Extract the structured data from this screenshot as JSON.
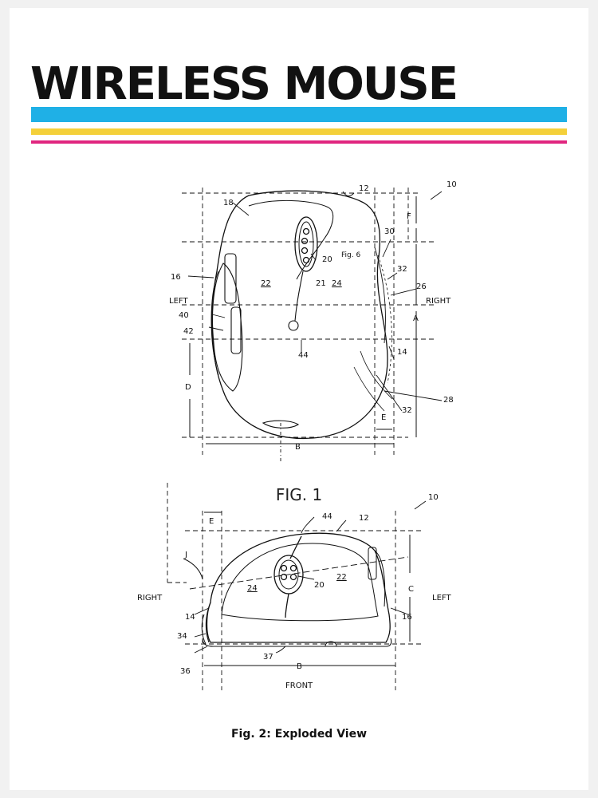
{
  "title": "WIRELESS MOUSE",
  "stripes": {
    "blue": "#1fb0e6",
    "yellow": "#f4d03a",
    "magenta": "#e0267f"
  },
  "figure1": {
    "caption": "FIG. 1",
    "directions": {
      "left": "LEFT",
      "right": "RIGHT"
    },
    "dimensions": {
      "a": "A",
      "b": "B",
      "d": "D",
      "e": "E",
      "f": "F"
    },
    "fig6_note": "Fig. 6",
    "refs": {
      "r10": "10",
      "r12": "12",
      "r14": "14",
      "r16": "16",
      "r18": "18",
      "r20": "20",
      "r21": "21",
      "r22": "22",
      "r24": "24",
      "r26": "26",
      "r28": "28",
      "r30": "30",
      "r32a": "32",
      "r32b": "32",
      "r40": "40",
      "r42": "42",
      "r44": "44"
    }
  },
  "figure2": {
    "caption": "Fig. 2: Exploded View",
    "directions": {
      "left": "LEFT",
      "right": "RIGHT",
      "front": "FRONT"
    },
    "dimensions": {
      "b": "B",
      "c": "C",
      "e": "E",
      "j": "J"
    },
    "refs": {
      "r10": "10",
      "r12": "12",
      "r14": "14",
      "r16": "16",
      "r20": "20",
      "r22": "22",
      "r24": "24",
      "r34": "34",
      "r36": "36",
      "r37": "37",
      "r44": "44"
    }
  }
}
